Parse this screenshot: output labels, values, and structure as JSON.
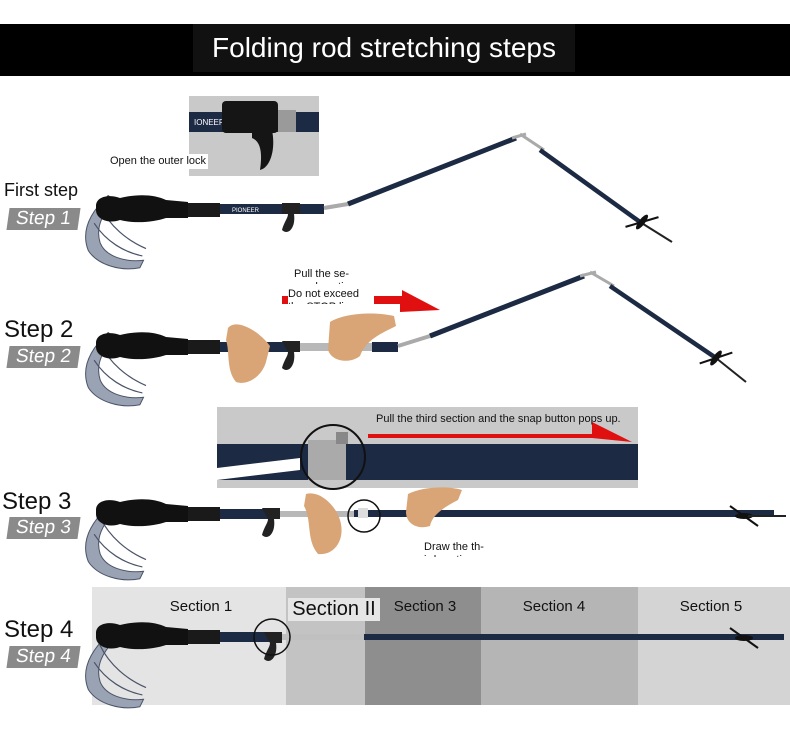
{
  "title": "Folding rod stretching steps",
  "steps": [
    {
      "label": "First step",
      "tag": "Step 1"
    },
    {
      "label": "Step 2",
      "tag": "Step 2"
    },
    {
      "label": "Step 3",
      "tag": "Step 3"
    },
    {
      "label": "Step 4",
      "tag": "Step 4"
    }
  ],
  "notes": {
    "open_outer_lock": "Open the outer lock",
    "pull_second": "Pull the se-\ncond section",
    "do_not_exceed": "Do not exceed\nthe STOP line",
    "pull_third": "Pull the third section and the snap button pops up.",
    "draw_third": "Draw the th-\nird section"
  },
  "sections": [
    "Section 1",
    "Section II",
    "Section 3",
    "Section 4",
    "Section 5"
  ],
  "brand_text": "PIONEER",
  "colors": {
    "rod": "#1c2a44",
    "handle": "#111111",
    "strap": "#9aa3b4",
    "arrow": "#e01010",
    "section1_bg": "#e4e4e4",
    "section2_bg": "#c3c3c3",
    "section3_bg": "#8e8e8e",
    "section4_bg": "#b5b5b5",
    "section5_bg": "#d4d4d4",
    "hand": "#d9a577"
  }
}
